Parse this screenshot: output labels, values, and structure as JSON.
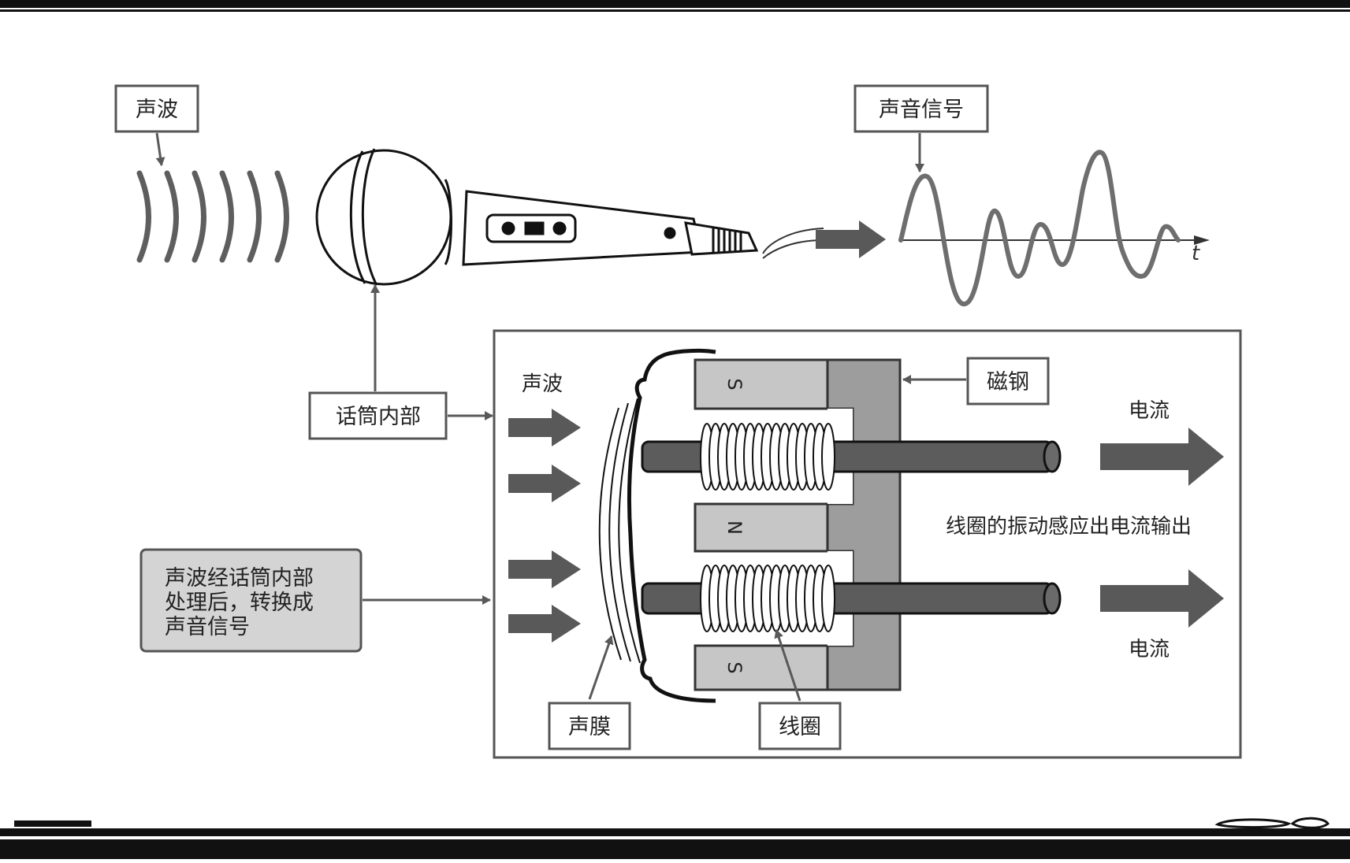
{
  "labels": {
    "sound_wave_top": "声波",
    "sound_signal": "声音信号",
    "time_axis": "t",
    "mic_interior": "话筒内部",
    "note_line1": "声波经话筒内部",
    "note_line2": "处理后，转换成",
    "note_line3": "声音信号",
    "sound_wave_inner": "声波",
    "magnet_steel": "磁钢",
    "current_top": "电流",
    "current_bottom": "电流",
    "coil_output": "线圈的振动感应出电流输出",
    "diaphragm": "声膜",
    "coil": "线圈",
    "pole_s_top": "S",
    "pole_n": "N",
    "pole_s_bottom": "S"
  },
  "colors": {
    "arrow_gray": "#595959",
    "note_fill": "#d4d4d4",
    "magnet_light": "#c6c6c6",
    "magnet_dark": "#9d9d9d",
    "rod": "#5c5c5c",
    "wave": "#6e6e6e"
  },
  "icons": [
    "microphone-icon",
    "sound-wave-icon",
    "coil-icon",
    "magnet-icon"
  ]
}
